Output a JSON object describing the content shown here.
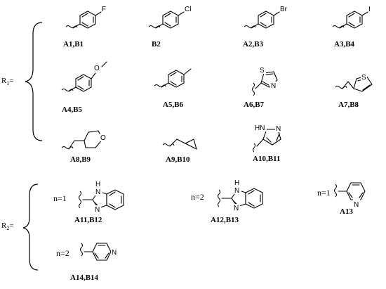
{
  "groups": {
    "r1": {
      "label": "R",
      "sub": "1",
      "eq": "="
    },
    "r2": {
      "label": "R",
      "sub": "2",
      "eq": "="
    }
  },
  "substituents": {
    "p_fluorophenyl": {
      "atom": "F",
      "label": "A1,B1"
    },
    "p_chlorophenyl": {
      "atom": "Cl",
      "label": "B2"
    },
    "p_bromophenyl": {
      "atom": "Br",
      "label": "A2,B3"
    },
    "p_iodophenyl": {
      "atom": "I",
      "label": "A3,B4"
    },
    "p_methoxyphenyl": {
      "atom": "O",
      "label": "A4,B5"
    },
    "p_tolyl": {
      "label": "A5,B6"
    },
    "thiazolyl": {
      "atom_s": "S",
      "atom_n": "N",
      "label": "A6,B7"
    },
    "thienylmethyl": {
      "atom": "S",
      "label": "A7,B8"
    },
    "thf_methyl": {
      "atom": "O",
      "label": "A8,B9"
    },
    "cyclopropylmethyl": {
      "label": "A9,B10"
    },
    "pyrazolyl": {
      "atom_nh": "HN",
      "atom_n": "N",
      "label": "A10,B11"
    },
    "benzimidazole_n1": {
      "n": "n=1",
      "atom_nh": "H\nN",
      "atom_nh_h": "H",
      "atom_nh_n": "N",
      "atom_n": "N",
      "label": "A11,B12"
    },
    "benzimidazole_n2": {
      "n": "n=2",
      "atom_nh_h": "H",
      "atom_nh_n": "N",
      "atom_n": "N",
      "label": "A12,B13"
    },
    "pyridyl_n1": {
      "n": "n=1",
      "atom": "N",
      "label": "A13"
    },
    "pyridyl_n2": {
      "n": "n=2",
      "atom": "N",
      "label": "A14,B14"
    }
  }
}
